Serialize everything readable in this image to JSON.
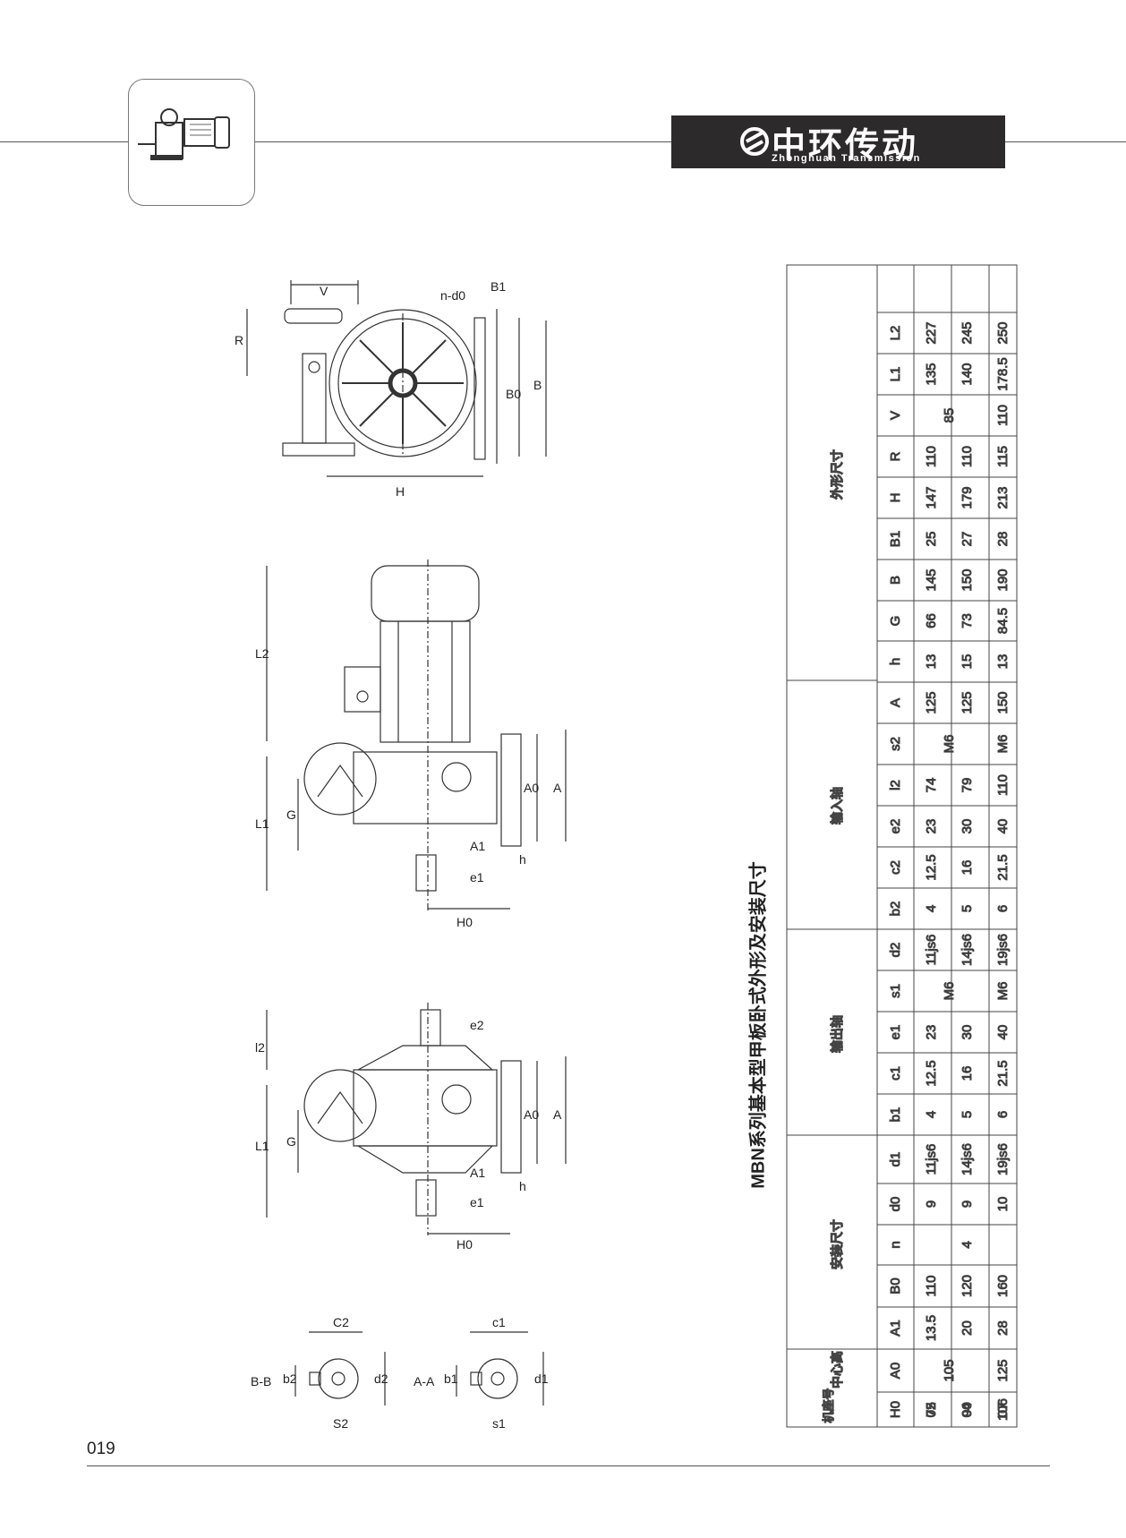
{
  "brand": {
    "name_cn": "中环传动",
    "name_en": "Zhonghuan Transmission"
  },
  "page_number": "019",
  "table_title": "MBN系列基本型甲板卧式外形及安装尺寸",
  "table": {
    "group_headers": {
      "seat": "机座号",
      "center_height": "中心高",
      "install": "安装尺寸",
      "output_shaft": "输出轴",
      "input_shaft": "输入轴",
      "outline": "外形尺寸"
    },
    "columns": [
      "H0",
      "A0",
      "A1",
      "B0",
      "n",
      "d0",
      "d1",
      "b1",
      "c1",
      "e1",
      "s1",
      "d2",
      "b2",
      "c2",
      "e2",
      "l2",
      "s2",
      "A",
      "h",
      "G",
      "B",
      "B1",
      "H",
      "R",
      "V",
      "L1",
      "L2"
    ],
    "rows": [
      {
        "seat": "02",
        "values": [
          "75",
          "",
          "13.5",
          "110",
          "",
          "9",
          "11js6",
          "4",
          "12.5",
          "23",
          "",
          "11js6",
          "4",
          "12.5",
          "23",
          "74",
          "",
          "125",
          "13",
          "66",
          "145",
          "25",
          "147",
          "110",
          "",
          "135",
          "227"
        ]
      },
      {
        "seat": "04",
        "values": [
          "90",
          "",
          "20",
          "120",
          "",
          "9",
          "14js6",
          "5",
          "16",
          "30",
          "",
          "14js6",
          "5",
          "16",
          "30",
          "79",
          "",
          "125",
          "15",
          "73",
          "150",
          "27",
          "179",
          "110",
          "",
          "140",
          "245"
        ]
      },
      {
        "seat": "07",
        "values": [
          "106",
          "125",
          "28",
          "160",
          "",
          "10",
          "19js6",
          "6",
          "21.5",
          "40",
          "M6",
          "19js6",
          "6",
          "21.5",
          "40",
          "110",
          "M6",
          "150",
          "13",
          "84.5",
          "190",
          "28",
          "213",
          "115",
          "110",
          "178.5",
          "250"
        ]
      }
    ],
    "merged": {
      "A0_02_04": "105",
      "n_all": "4",
      "s1_02_04": "M6",
      "s2_02_04": "M6",
      "V_02_04": "85"
    }
  },
  "drawing_labels": {
    "top_view": [
      "V",
      "R",
      "n-d0",
      "B1",
      "B0",
      "B",
      "H"
    ],
    "motor_view": [
      "L2",
      "L1",
      "G",
      "A0",
      "A",
      "A1",
      "e1",
      "h",
      "H0"
    ],
    "side_view": [
      "l2",
      "e2",
      "L1",
      "G",
      "A0",
      "A",
      "A1",
      "e1",
      "h",
      "H0"
    ],
    "sections": [
      "B-B",
      "b2",
      "C2",
      "d2",
      "S2",
      "A-A",
      "b1",
      "c1",
      "d1",
      "s1"
    ]
  }
}
